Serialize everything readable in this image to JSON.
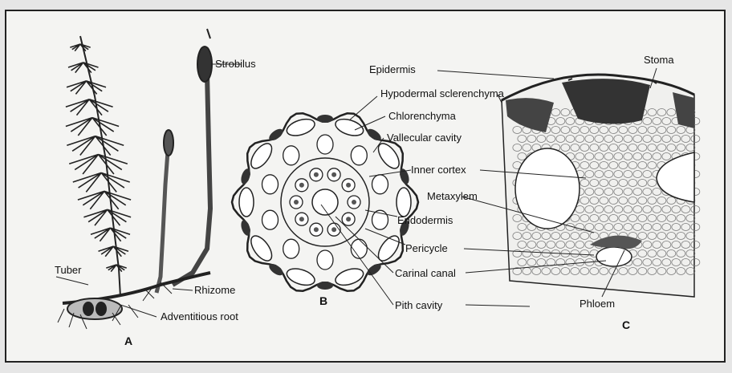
{
  "figure": {
    "panel_a_label": "A",
    "panel_b_label": "B",
    "panel_c_label": "C",
    "labels": {
      "strobilus": "Strobilus",
      "tuber": "Tuber",
      "rhizome": "Rhizome",
      "adventitious_root": "Adventitious root",
      "epidermis": "Epidermis",
      "hypodermal_sclerenchyma": "Hypodermal sclerenchyma",
      "chlorenchyma": "Chlorenchyma",
      "vallecular_cavity": "Vallecular cavity",
      "inner_cortex": "Inner cortex",
      "metaxylem": "Metaxylem",
      "endodermis": "Endodermis",
      "pericycle": "Pericycle",
      "carinal_canal": "Carinal canal",
      "pith_cavity": "Pith cavity",
      "stoma": "Stoma",
      "phloem": "Phloem"
    }
  }
}
